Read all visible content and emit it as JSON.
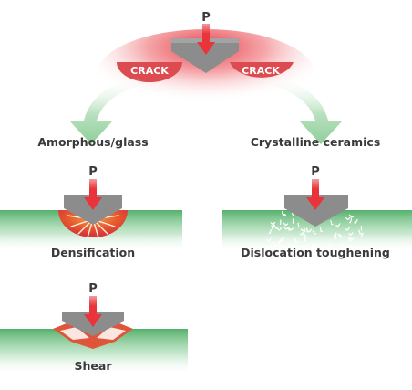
{
  "load_symbol": "P",
  "crack_label": "CRACK",
  "branches": {
    "amorphous": "Amorphous/glass",
    "crystalline": "Crystalline ceramics"
  },
  "mechanisms": {
    "densification": "Densification",
    "dislocation": "Dislocation toughening",
    "shear": "Shear"
  },
  "colors": {
    "red": "#e8343a",
    "crack_red": "#dc4b4f",
    "green": "#3fae5a",
    "indenter_gray": "#8c8c8c",
    "text": "#3a3a3a"
  }
}
